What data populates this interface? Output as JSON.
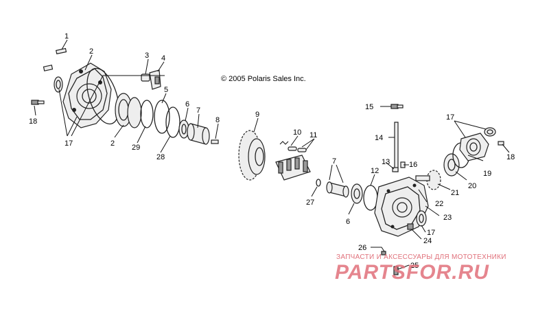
{
  "copyright": "© 2005 Polaris Sales Inc.",
  "watermark": {
    "tagline": "ЗАПЧАСТИ И АКСЕССУАРЫ ДЛЯ МОТОТЕХНИКИ",
    "logo": "PARTSFOR.RU",
    "color": "#e0707a"
  },
  "callouts": {
    "c1": "1",
    "c2a": "2",
    "c2b": "2",
    "c3": "3",
    "c4": "4",
    "c5": "5",
    "c6a": "6",
    "c6b": "6",
    "c7a": "7",
    "c7b": "7",
    "c8": "8",
    "c9": "9",
    "c10": "10",
    "c11": "11",
    "c12": "12",
    "c13": "13",
    "c14": "14",
    "c15": "15",
    "c16": "16",
    "c17a": "17",
    "c17b": "17",
    "c17c": "17",
    "c18a": "18",
    "c18b": "18",
    "c19": "19",
    "c20": "20",
    "c21": "21",
    "c22": "22",
    "c23": "23",
    "c24": "24",
    "c25": "25",
    "c26": "26",
    "c27": "27",
    "c28": "28",
    "c29": "29"
  }
}
